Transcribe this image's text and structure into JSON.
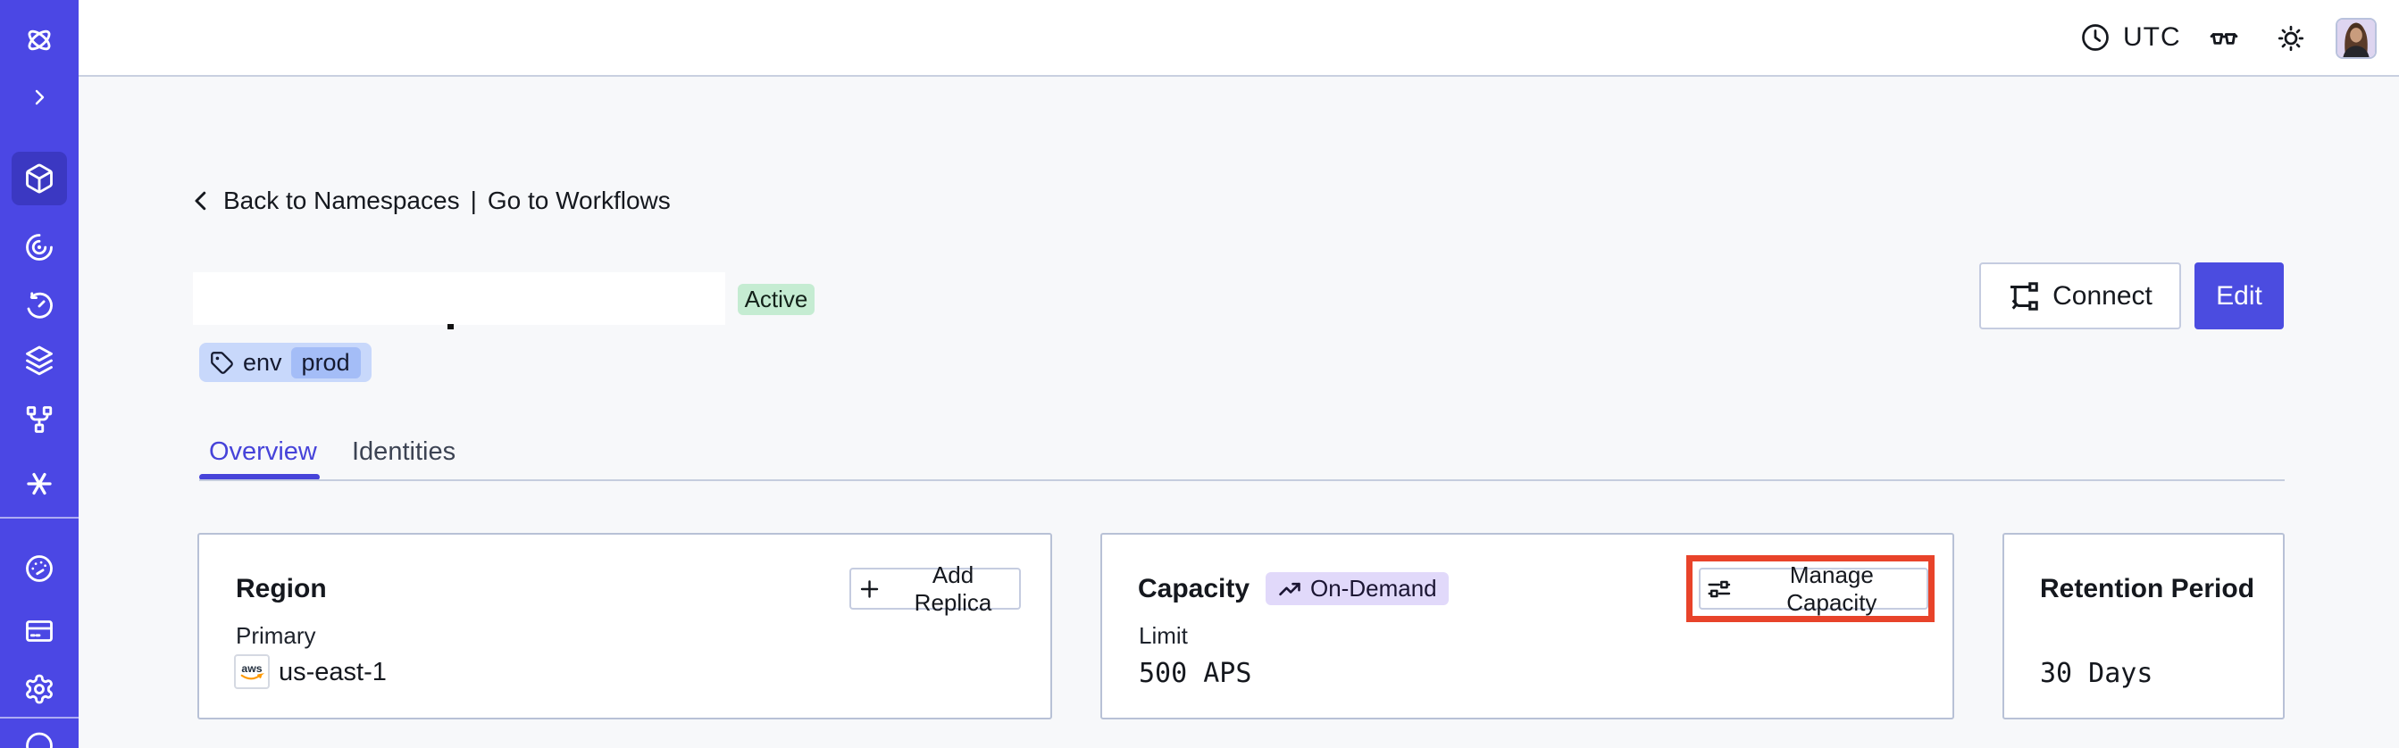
{
  "topbar": {
    "timezone_label": "UTC",
    "icons": [
      "clock-icon",
      "glasses-icon",
      "sun-icon",
      "avatar"
    ]
  },
  "sidebar": {
    "icons": [
      "temporal-logo",
      "chevron-right-icon",
      "cube-icon",
      "spiral-icon",
      "history-clock-icon",
      "layers-icon",
      "workflow-branch-icon",
      "asterisk-icon",
      "gauge-icon",
      "credit-card-icon",
      "gear-icon",
      "partial-circle-icon"
    ],
    "active_icon": "cube-icon"
  },
  "breadcrumb": {
    "back_label": "Back to Namespaces",
    "separator": "|",
    "forward_label": "Go to Workflows"
  },
  "namespace_header": {
    "status_badge": "Active",
    "tag": {
      "key": "env",
      "value": "prod"
    },
    "actions": {
      "connect": "Connect",
      "edit": "Edit"
    }
  },
  "tabs": [
    {
      "label": "Overview",
      "active": true
    },
    {
      "label": "Identities",
      "active": false
    }
  ],
  "cards": {
    "region": {
      "title": "Region",
      "action": "Add Replica",
      "label": "Primary",
      "provider": "aws",
      "value": "us-east-1"
    },
    "capacity": {
      "title": "Capacity",
      "badge": "On-Demand",
      "action": "Manage Capacity",
      "label": "Limit",
      "value": "500 APS",
      "highlighted": true
    },
    "retention": {
      "title": "Retention Period",
      "value": "30 Days"
    }
  },
  "colors": {
    "sidebar": "#4b47e4",
    "sidebar_active": "#3b38c2",
    "accent": "#4643d9",
    "edit_button": "#4b4ce0",
    "active_badge_bg": "#c5ecd2",
    "ondemand_badge_bg": "#e1d9fa",
    "tag_bg": "#c8d8fb",
    "tag_chip_bg": "#a4bdf7",
    "annotation_red": "#e8432a",
    "aws_orange": "#ff9900",
    "card_border": "#b8c1d6",
    "page_bg": "#f7f8fa"
  }
}
